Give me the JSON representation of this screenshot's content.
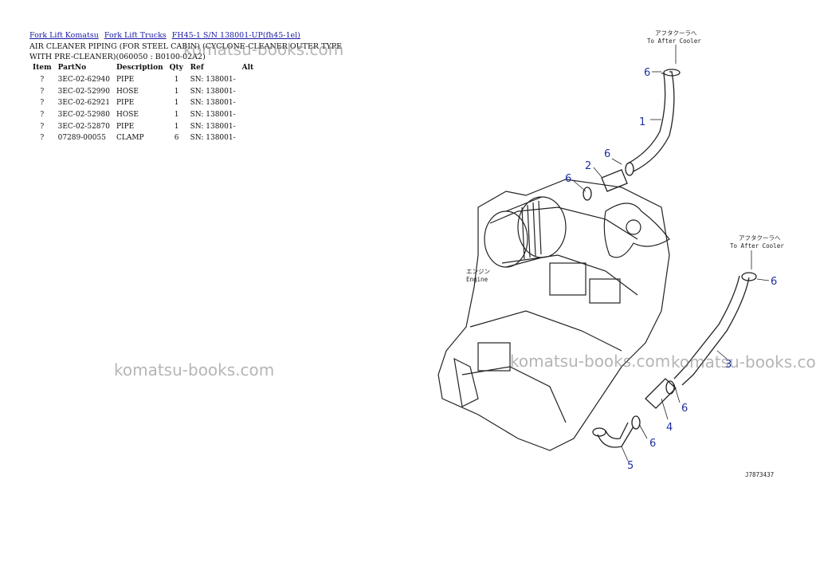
{
  "breadcrumb": [
    {
      "label": "Fork Lift Komatsu"
    },
    {
      "label": "Fork Lift Trucks"
    },
    {
      "label": "FH45-1 S/N 138001-UP(fh45-1el)"
    }
  ],
  "title": "AIR CLEANER PIPING (FOR STEEL CABIN) (CYCLONE-CLEANER OUTER TYPE WITH PRE-CLEANER)(060050 : B0100-02A2)",
  "table": {
    "headers": [
      "Item",
      "PartNo",
      "Description",
      "Qty",
      "Ref",
      "Alt"
    ],
    "rows": [
      {
        "item": "?",
        "part_no": "3EC-02-62940",
        "description": "PIPE",
        "qty": "1",
        "ref": "SN: 138001-",
        "alt": ""
      },
      {
        "item": "?",
        "part_no": "3EC-02-52990",
        "description": "HOSE",
        "qty": "1",
        "ref": "SN: 138001-",
        "alt": ""
      },
      {
        "item": "?",
        "part_no": "3EC-02-62921",
        "description": "PIPE",
        "qty": "1",
        "ref": "SN: 138001-",
        "alt": ""
      },
      {
        "item": "?",
        "part_no": "3EC-02-52980",
        "description": "HOSE",
        "qty": "1",
        "ref": "SN: 138001-",
        "alt": ""
      },
      {
        "item": "?",
        "part_no": "3EC-02-52870",
        "description": "PIPE",
        "qty": "1",
        "ref": "SN: 138001-",
        "alt": ""
      },
      {
        "item": "?",
        "part_no": "07289-00055",
        "description": "CLAMP",
        "qty": "6",
        "ref": "SN: 138001-",
        "alt": ""
      }
    ]
  },
  "watermark": "komatsu-books.com",
  "diagram": {
    "callouts": [
      "6",
      "1",
      "6",
      "2",
      "6",
      "3",
      "6",
      "4",
      "6",
      "5",
      "6"
    ],
    "note_top_jp": "アフタクーラへ",
    "note_top_en": "To After Cooler",
    "note_right_jp": "アフタクーラへ",
    "note_right_en": "To After Cooler",
    "engine_jp": "エンジン",
    "engine_en": "Engine",
    "drawing_code": "J7873437"
  }
}
